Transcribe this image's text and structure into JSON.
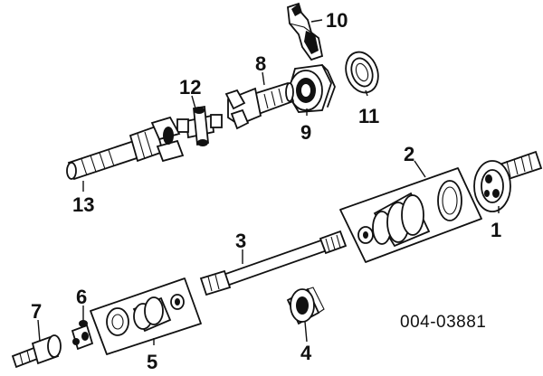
{
  "callouts": {
    "c1": "1",
    "c2": "2",
    "c3": "3",
    "c4": "4",
    "c5": "5",
    "c6": "6",
    "c7": "7",
    "c8": "8",
    "c9": "9",
    "c10": "10",
    "c11": "11",
    "c12": "12",
    "c13": "13"
  },
  "part_number": "004-03881"
}
